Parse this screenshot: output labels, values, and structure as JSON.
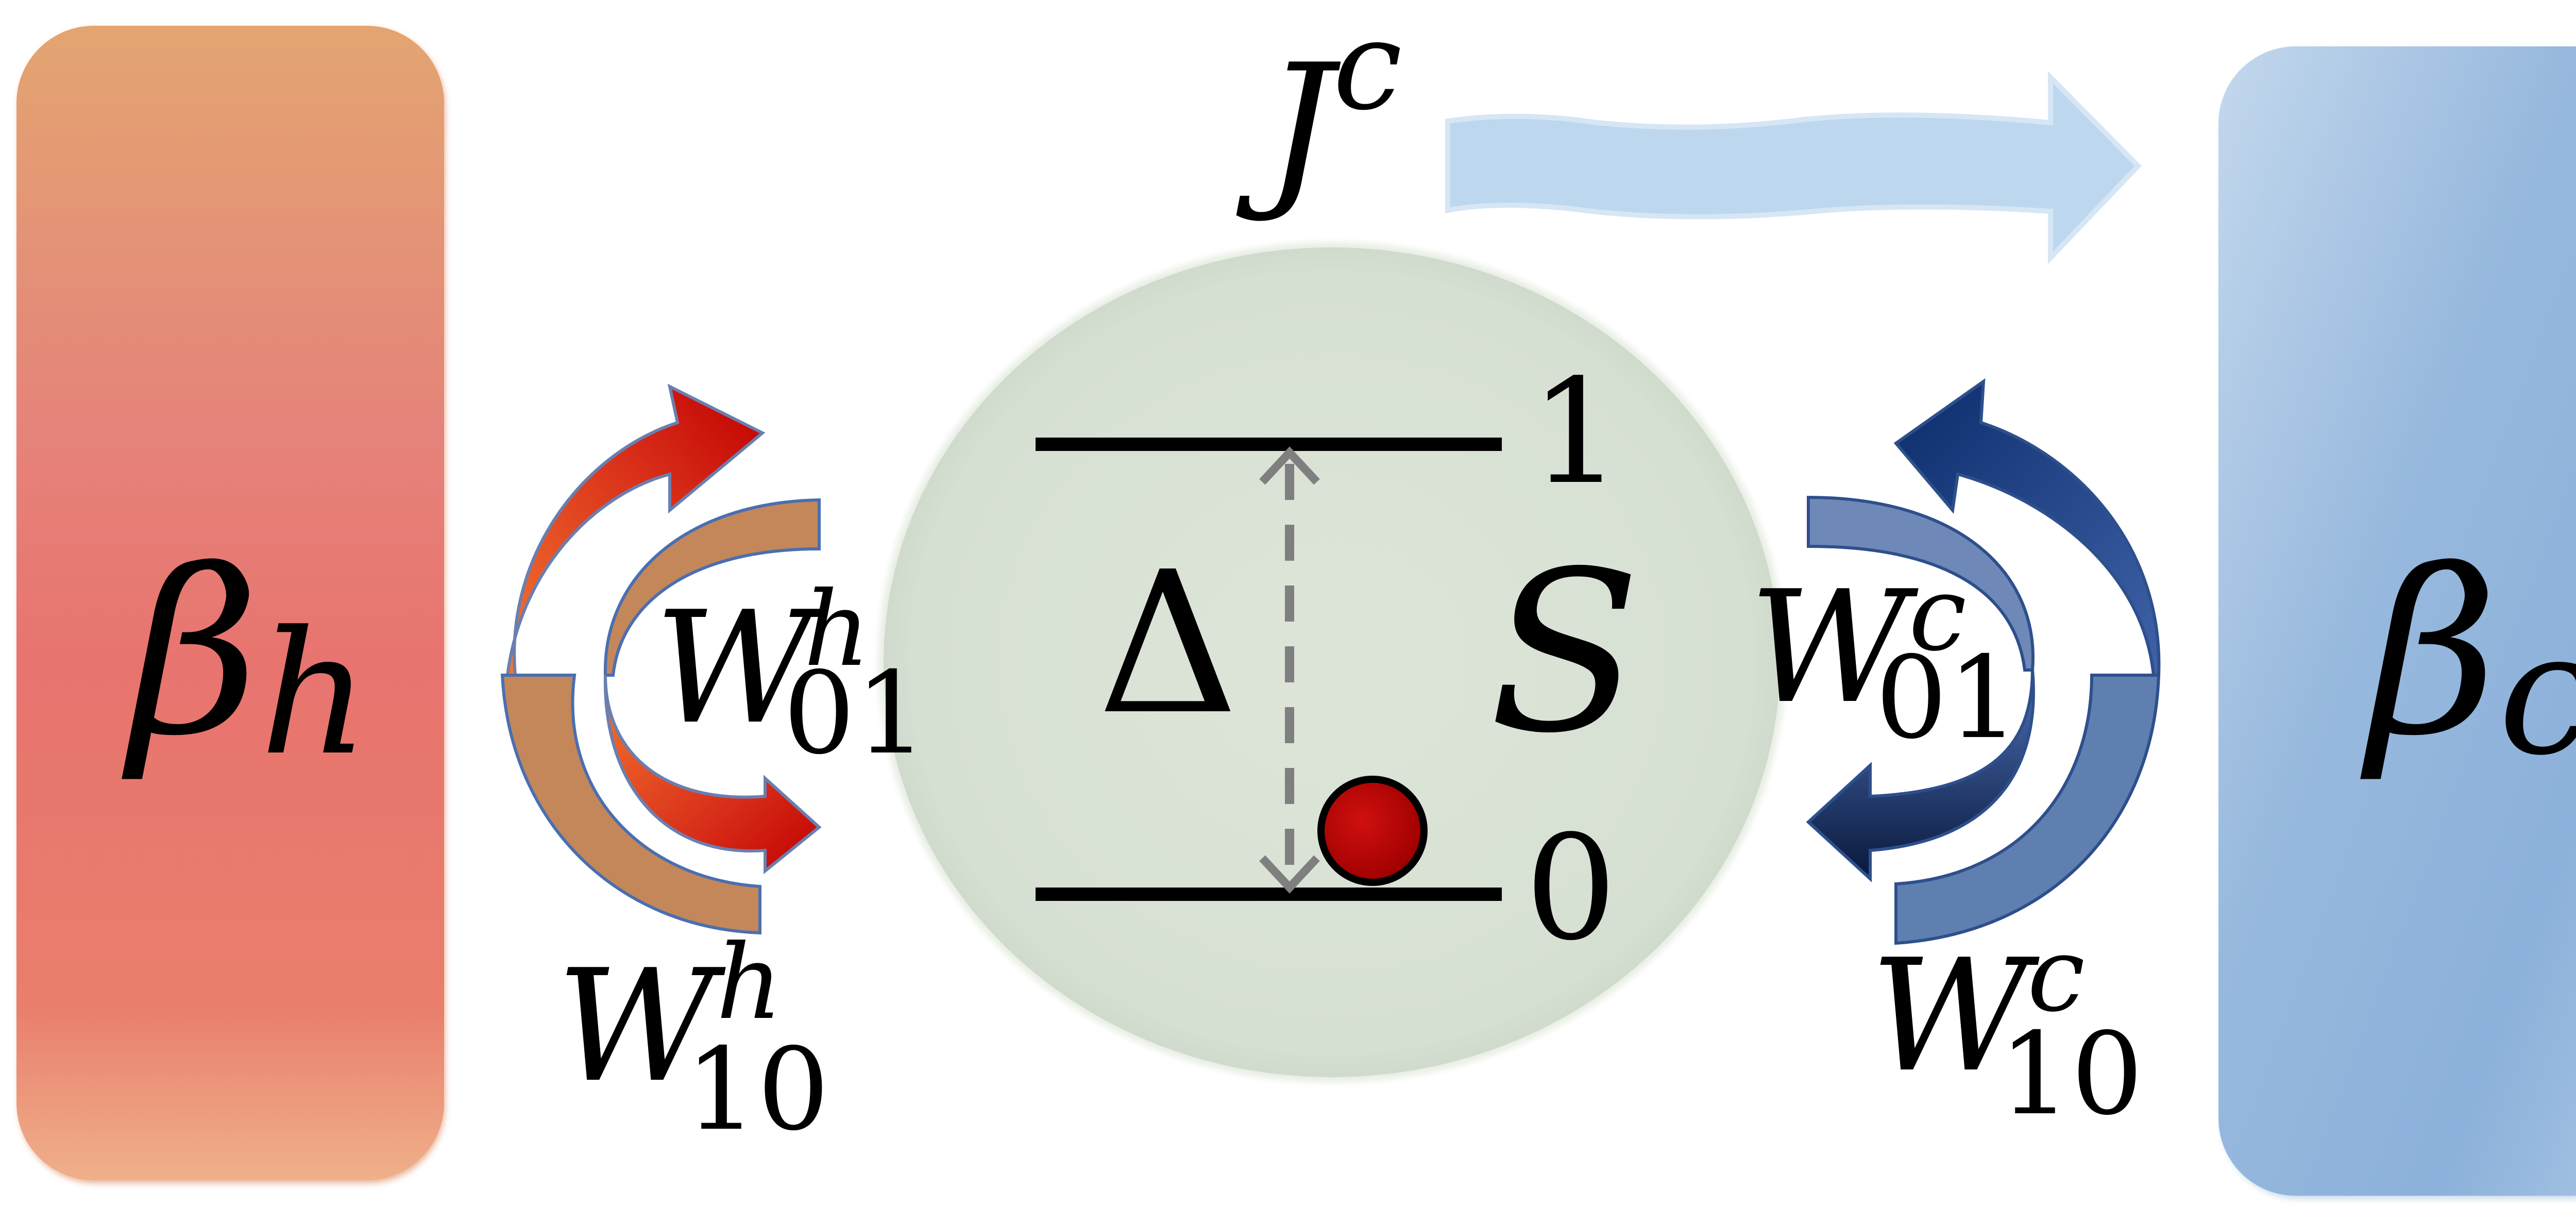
{
  "hot_bath": {
    "symbol": "β",
    "subscript": "h",
    "color_top": "#E2A46E",
    "color_mid": "#E6726F",
    "color_bottom": "#EDA77F"
  },
  "cold_bath": {
    "symbol": "β",
    "subscript": "c",
    "color_top": "#BDD6EC",
    "color_mid": "#8DB3DC",
    "color_bottom": "#B7CFEA"
  },
  "system": {
    "label": "S",
    "gap_label": "Δ",
    "level_upper": "1",
    "level_lower": "0",
    "fill": "#DCE4D8",
    "particle_color": "#C00000"
  },
  "heat_current": {
    "symbol": "J",
    "superscript": "c",
    "arrow_color": "#BDD7EE"
  },
  "rates": {
    "hot_01": {
      "base": "W",
      "sup": "h",
      "sub": "01"
    },
    "hot_10": {
      "base": "W",
      "sup": "h",
      "sub": "10"
    },
    "cold_01": {
      "base": "W",
      "sup": "c",
      "sub": "01"
    },
    "cold_10": {
      "base": "W",
      "sup": "c",
      "sub": "10"
    }
  },
  "colors": {
    "hot_arrow_red": "#C00000",
    "hot_arrow_orange": "#F07030",
    "hot_arrow_tan": "#C4875A",
    "cold_arrow_dark": "#0C2D6B",
    "cold_arrow_mid": "#5E7FB0",
    "level_line": "#000000",
    "dashed": "#7F7F7F"
  }
}
